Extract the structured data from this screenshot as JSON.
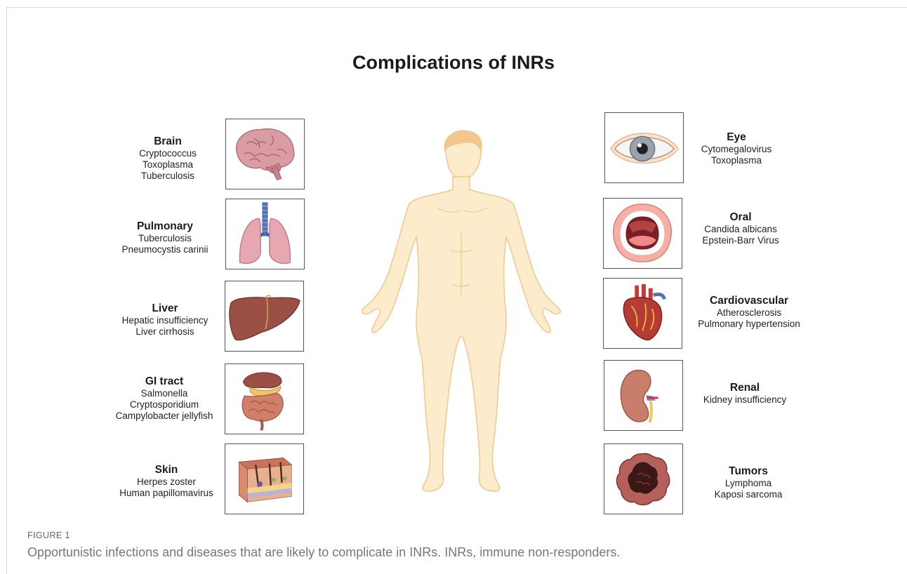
{
  "title": "Complications of  INRs",
  "left": [
    {
      "heading": "Brain",
      "lines": [
        "Cryptococcus",
        "Toxoplasma",
        "Tuberculosis"
      ],
      "icon": "brain-icon"
    },
    {
      "heading": "Pulmonary",
      "lines": [
        "Tuberculosis",
        "Pneumocystis carinii"
      ],
      "icon": "lungs-icon"
    },
    {
      "heading": "Liver",
      "lines": [
        "Hepatic insufficiency",
        "Liver cirrhosis"
      ],
      "icon": "liver-icon"
    },
    {
      "heading": "GI tract",
      "lines": [
        "Salmonella",
        "Cryptosporidium",
        "Campylobacter jellyfish"
      ],
      "icon": "intestine-icon"
    },
    {
      "heading": "Skin",
      "lines": [
        "Herpes zoster",
        "Human papillomavirus"
      ],
      "icon": "skin-icon"
    }
  ],
  "right": [
    {
      "heading": "Eye",
      "lines": [
        "Cytomegalovirus",
        "Toxoplasma"
      ],
      "icon": "eye-icon"
    },
    {
      "heading": "Oral",
      "lines": [
        "Candida albicans",
        "Epstein-Barr Virus"
      ],
      "icon": "mouth-icon"
    },
    {
      "heading": "Cardiovascular",
      "lines": [
        "Atherosclerosis",
        "Pulmonary hypertension"
      ],
      "icon": "heart-icon"
    },
    {
      "heading": "Renal",
      "lines": [
        "Kidney insufficiency"
      ],
      "icon": "kidney-icon"
    },
    {
      "heading": "Tumors",
      "lines": [
        "Lymphoma",
        "Kaposi sarcoma"
      ],
      "icon": "tumor-icon"
    }
  ],
  "figure_label": "FIGURE 1",
  "caption": "Opportunistic infections and diseases that are likely to complicate in INRs. INRs, immune non-responders.",
  "colors": {
    "skin": "#fdeccb",
    "skin_outline": "#f0c88e",
    "hair": "#f2c68c"
  }
}
